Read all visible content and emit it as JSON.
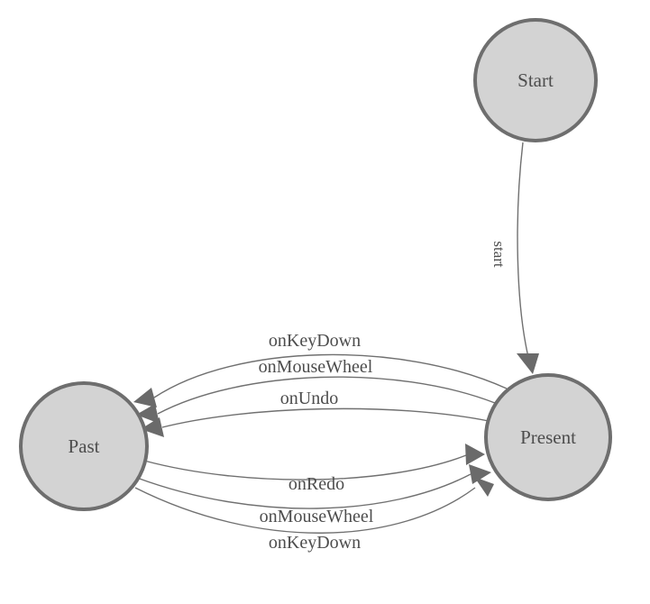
{
  "diagram": {
    "type": "state-machine",
    "nodes": [
      {
        "id": "start",
        "label": "Start"
      },
      {
        "id": "present",
        "label": "Present"
      },
      {
        "id": "past",
        "label": "Past"
      }
    ],
    "edges": [
      {
        "from": "Start",
        "to": "Present",
        "label": "start"
      },
      {
        "from": "Present",
        "to": "Past",
        "label": "onKeyDown"
      },
      {
        "from": "Present",
        "to": "Past",
        "label": "onMouseWheel"
      },
      {
        "from": "Present",
        "to": "Past",
        "label": "onUndo"
      },
      {
        "from": "Past",
        "to": "Present",
        "label": "onRedo"
      },
      {
        "from": "Past",
        "to": "Present",
        "label": "onMouseWheel"
      },
      {
        "from": "Past",
        "to": "Present",
        "label": "onKeyDown"
      }
    ],
    "colors": {
      "background": "#ffffff",
      "node_fill": "#d3d3d3",
      "node_border": "#6e6e6e",
      "edge_line": "#707070",
      "arrowhead": "#6a6a6a",
      "label_text": "#4d4d4d"
    }
  }
}
